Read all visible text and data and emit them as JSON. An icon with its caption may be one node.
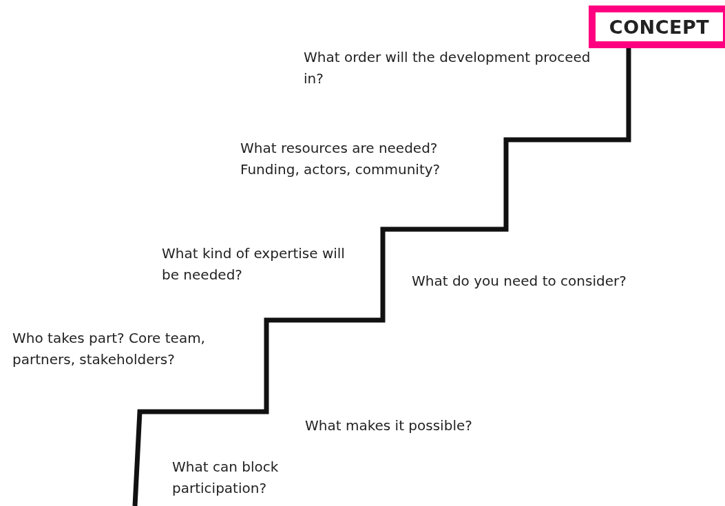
{
  "diagram": {
    "nodes": [
      {
        "text": [
          "CONCEPT"
        ]
      }
    ],
    "labels": [
      "What order will the development proceed in?",
      "What resources are needed? Funding, actors, community?",
      "What kind of expertise will be needed?",
      "What do you need to consider?",
      "Who takes part? Core team, partners, stakeholders?",
      "What makes it possible?",
      "What can block participation?"
    ]
  }
}
